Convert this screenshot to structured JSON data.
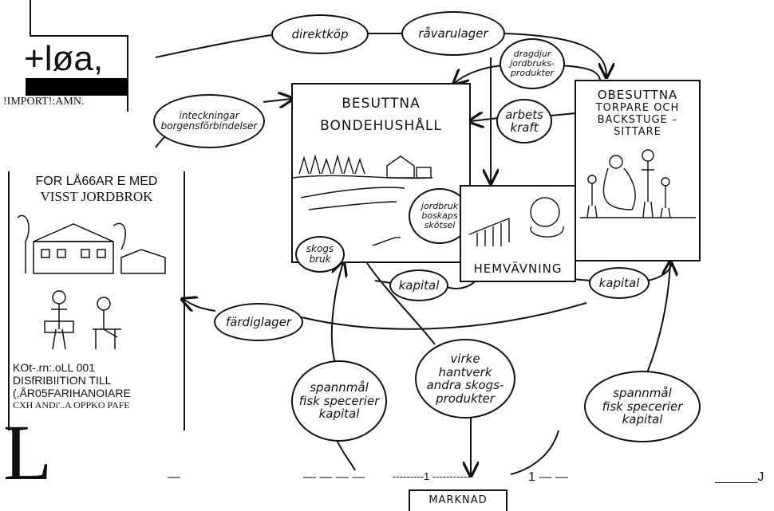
{
  "corner": {
    "logo_text": "+løa,",
    "important_text": "!IMPORT!:AMN."
  },
  "left_panel": {
    "heading_line1": "FOR LÅ66AR E MED",
    "heading_line2": "VISST JORDBROK",
    "caption_line1": "KOt-.rn:.oLL 001",
    "caption_line2": "DISfRIBIITION TILL",
    "caption_line3": "(,ÅR05FARIHANOIARE",
    "caption_line4": "CXH ANDi'..A OPPKO PAFE",
    "big_letter": "L"
  },
  "nodes": {
    "direktkop": "direktköp",
    "ravarulager": "råvarulager",
    "dragdjur": [
      "dragdjur",
      "jordbruks-",
      "produkter"
    ],
    "inteckningar": [
      "inteckningar",
      "borgensförbindelser"
    ],
    "arbetskraft": [
      "arbets",
      "kraft"
    ],
    "jordbruk": [
      "jordbruk",
      "boskaps",
      "skötsel"
    ],
    "skogsbruk": [
      "skogs",
      "bruk"
    ],
    "kapital_left": "kapital",
    "kapital_right": "kapital",
    "fardiglager": "färdiglager",
    "spannmal_left": [
      "spannmål",
      "fisk specerier",
      "kapital"
    ],
    "virke": [
      "virke",
      "hantverk",
      "andra skogs-",
      "produkter"
    ],
    "spannmal_right": [
      "spannmål",
      "fisk specerier",
      "kapital"
    ]
  },
  "boxes": {
    "besuttna_line1": "BESUTTNA",
    "besuttna_line2": "BONDEHUSHÅLL",
    "obesuttna_line1": "OBESUTTNA",
    "obesuttna_line2": "TORPARE OCH",
    "obesuttna_line3": "BACKSTUGE –",
    "obesuttna_line4": "SITTARE",
    "hemvavning": "HEMVÄVNING",
    "marknad": "MARKNAD"
  },
  "bottom_rule": {
    "seg1": "—",
    "seg2": "— — — —",
    "seg3": "---------1 -----------",
    "seg4": "1 — —",
    "seg5": "______J"
  }
}
